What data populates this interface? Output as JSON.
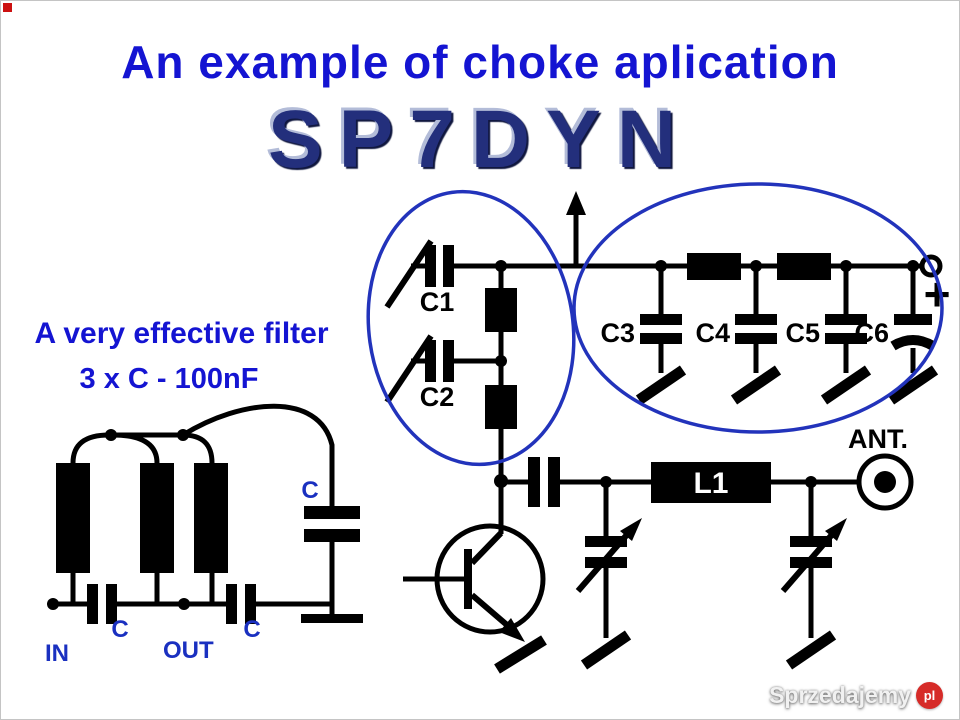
{
  "header": {
    "title": "An example of choke aplication",
    "callsign": "SP7DYN"
  },
  "filter_note": {
    "line1": "A very effective filter",
    "line2": "3 x C - 100nF"
  },
  "filter_diagram": {
    "cap_a_label": "C",
    "cap_b_label": "C",
    "shunt_cap_label": "C",
    "in_label": "IN",
    "out_label": "OUT"
  },
  "main_diagram": {
    "c1_label": "C1",
    "c2_label": "C2",
    "c3_label": "C3",
    "c4_label": "C4",
    "c5_label": "C5",
    "c6_label": "C6",
    "l1_label": "L1",
    "ant_label": "ANT.",
    "plus_label": "+"
  },
  "watermark": {
    "name": "Sprzedajemy",
    "tld": "pl"
  },
  "colors": {
    "title_blue": "#1414d2",
    "callsign_navy": "#232f7c",
    "label_blue": "#1a30c0",
    "ink": "#000000",
    "ellipse_blue": "#2233bb",
    "watermark_red": "#d62b28",
    "corner_mark_red": "#cc1111"
  }
}
